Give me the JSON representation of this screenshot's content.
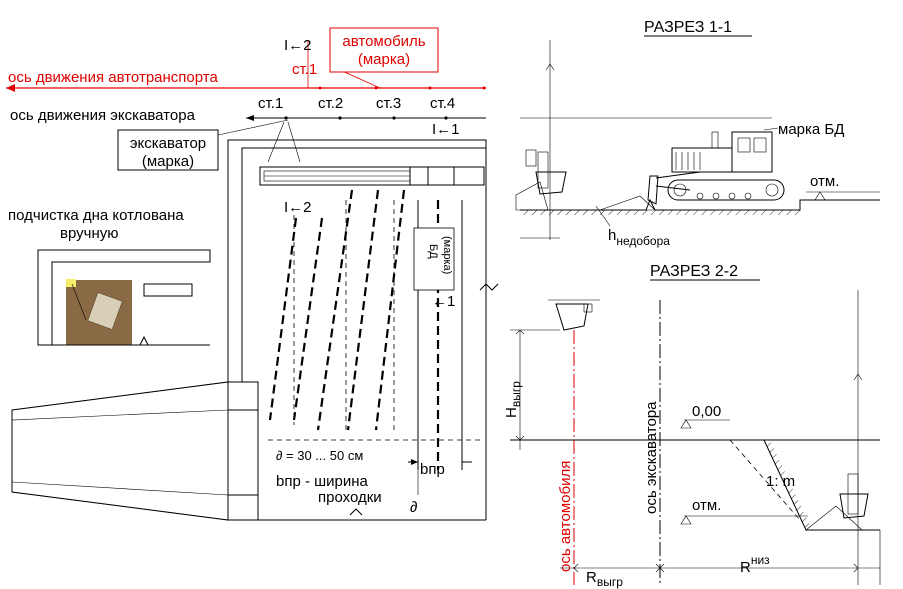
{
  "plan": {
    "section_marker_2_top": "I←2",
    "section_marker_2_mid": "I←2",
    "section_marker_1_top": "I←1",
    "section_marker_1_mid": "←1",
    "car_label_line1": "автомобиль",
    "car_label_line2": "(марка)",
    "car_station": "ст.1",
    "truck_axis_label": "ось движения автотранспорта",
    "excavator_axis_label": "ось движения экскаватора",
    "stations": [
      "ст.1",
      "ст.2",
      "ст.3",
      "ст.4"
    ],
    "excavator_label_line1": "экскаватор",
    "excavator_label_line2": "(марка)",
    "manual_cleanup_line1": "подчистка дна котлована",
    "manual_cleanup_line2": "вручную",
    "bulldozer_box_line1": "БД",
    "bulldozer_box_line2": "(марка)",
    "spacing_note": "∂ = 30 ... 50 см",
    "pass_width_line1": "bпр - ширина",
    "pass_width_line2": "проходки",
    "b_pr_label": "bпр",
    "delta_label": "∂"
  },
  "section_1_1": {
    "title": "РАЗРЕЗ 1-1",
    "bulldozer_label": "марка БД",
    "elevation_label": "отм.",
    "h_label_main": "h",
    "h_label_sub": "недобора"
  },
  "section_2_2": {
    "title": "РАЗРЕЗ 2-2",
    "h_label_main": "H",
    "h_label_sub": "выгр",
    "truck_axis_vertical": "ось автомобиля",
    "excavator_axis_vertical": "ось экскаватора",
    "zero_mark": "0,00",
    "slope_label": "1: m",
    "elevation_label": "отм.",
    "r_unload_main": "R",
    "r_unload_sub": "выгр",
    "r_low_main": "R",
    "r_low_sup": "низ"
  },
  "colors": {
    "red": "#e00000",
    "blue": "#1f5fe0",
    "yellow": "#f7ee6a",
    "soil": "#8a6a44"
  }
}
